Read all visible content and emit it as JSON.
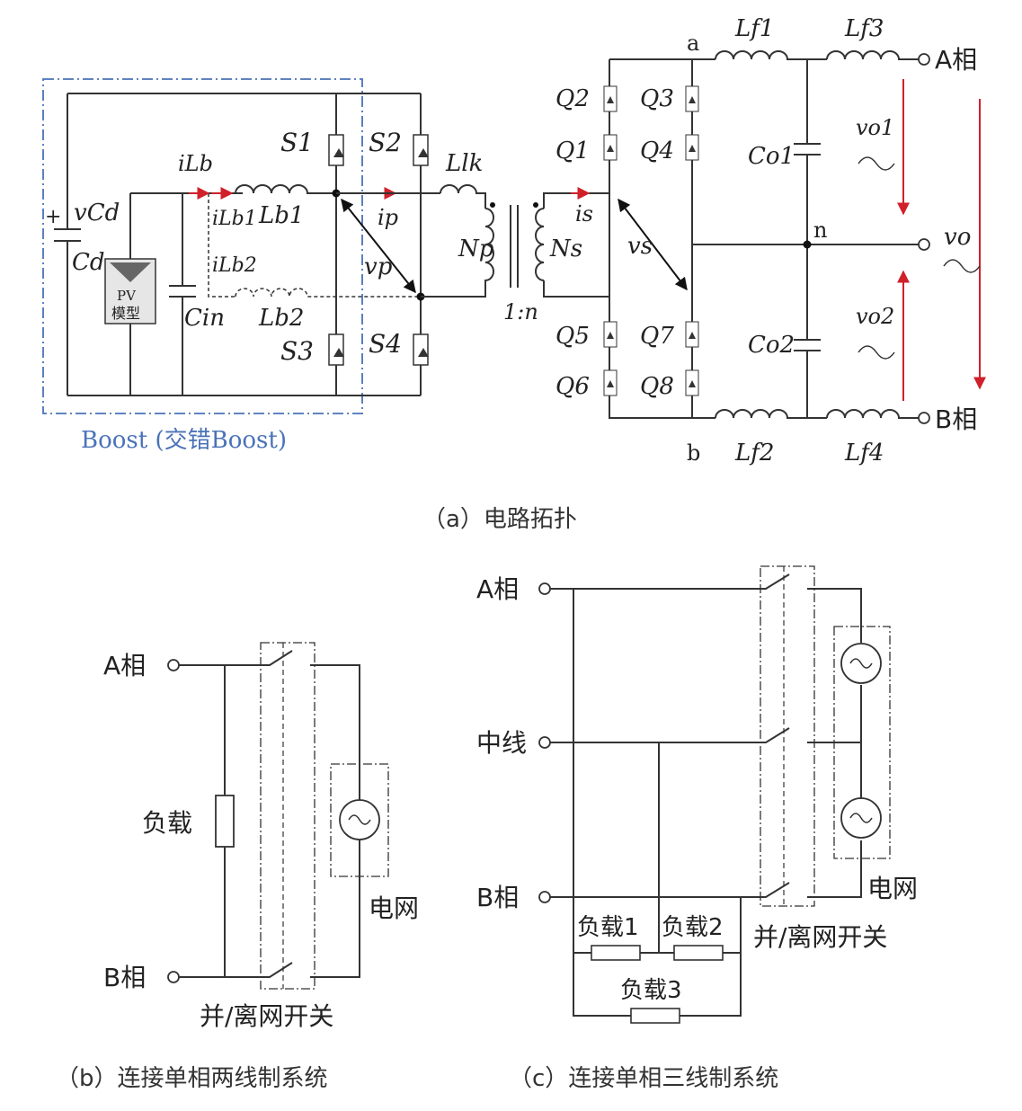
{
  "panel_a": {
    "caption": "（a）电路拓扑",
    "boost_label": "Boost (交错Boost)",
    "pv_label_1": "PV",
    "pv_label_2": "模型",
    "labels": {
      "vcd": "vCd",
      "cd": "Cd",
      "plus": "+",
      "ilb": "iLb",
      "ilb1": "iLb1",
      "lb1": "Lb1",
      "ilb2": "iLb2",
      "lb2": "Lb2",
      "cin": "Cin",
      "s1": "S1",
      "s2": "S2",
      "s3": "S3",
      "s4": "S4",
      "llk": "Llk",
      "ip": "ip",
      "vp": "vp",
      "np": "Np",
      "ns": "Ns",
      "is": "is",
      "vs": "vs",
      "ratio": "1:n",
      "q1": "Q1",
      "q2": "Q2",
      "q3": "Q3",
      "q4": "Q4",
      "q5": "Q5",
      "q6": "Q6",
      "q7": "Q7",
      "q8": "Q8",
      "a": "a",
      "b": "b",
      "n": "n",
      "lf1": "Lf1",
      "lf2": "Lf2",
      "lf3": "Lf3",
      "lf4": "Lf4",
      "co1": "Co1",
      "co2": "Co2",
      "vo1": "vo1",
      "vo2": "vo2",
      "vo": "vo",
      "phase_a": "A相",
      "phase_b": "B相"
    }
  },
  "panel_b": {
    "caption": "（b）连接单相两线制系统",
    "phase_a": "A相",
    "phase_b": "B相",
    "load": "负载",
    "grid": "电网",
    "switch": "并/离网开关"
  },
  "panel_c": {
    "caption": "（c）连接单相三线制系统",
    "phase_a": "A相",
    "neutral": "中线",
    "phase_b": "B相",
    "load1": "负载1",
    "load2": "负载2",
    "load3": "负载3",
    "grid": "电网",
    "switch": "并/离网开关"
  },
  "colors": {
    "boost_box": "#4a72b8",
    "current_arrow": "#d0202a",
    "wire": "#333333"
  }
}
